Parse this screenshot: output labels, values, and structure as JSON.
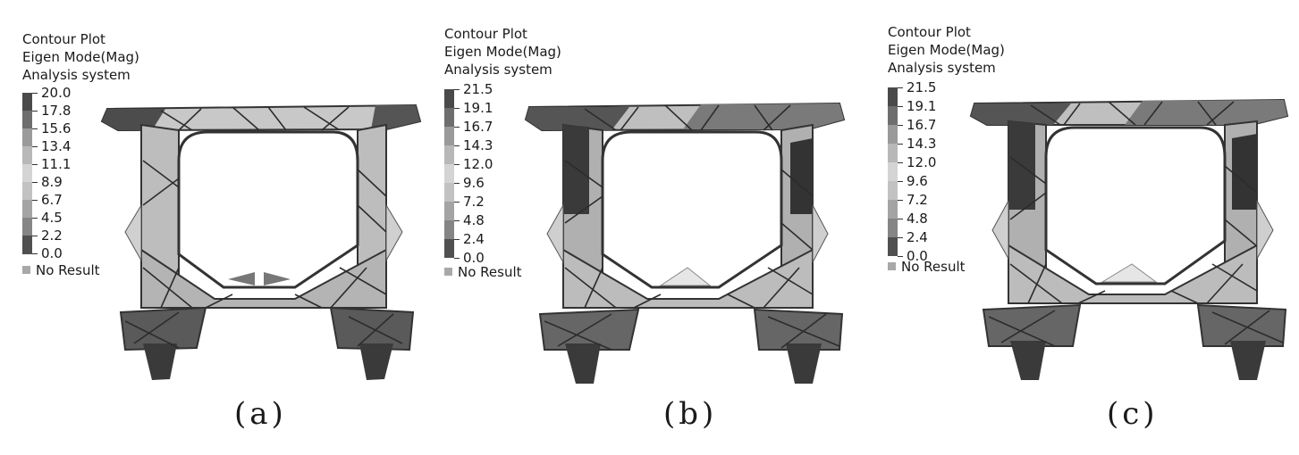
{
  "panels": [
    {
      "title_lines": [
        "Contour Plot",
        "Eigen Mode(Mag)",
        "Analysis system"
      ],
      "scale_values": [
        "20.0",
        "17.8",
        "15.6",
        "13.4",
        "11.1",
        "8.9",
        "6.7",
        "4.5",
        "2.2",
        "0.0"
      ],
      "no_result_label": "No Result",
      "caption": "(a)"
    },
    {
      "title_lines": [
        "Contour Plot",
        "Eigen Mode(Mag)",
        "Analysis system"
      ],
      "scale_values": [
        "21.5",
        "19.1",
        "16.7",
        "14.3",
        "12.0",
        "9.6",
        "7.2",
        "4.8",
        "2.4",
        "0.0"
      ],
      "no_result_label": "No Result",
      "caption": "(b)"
    },
    {
      "title_lines": [
        "Contour Plot",
        "Eigen Mode(Mag)",
        "Analysis system"
      ],
      "scale_values": [
        "21.5",
        "19.1",
        "16.7",
        "14.3",
        "12.0",
        "9.6",
        "7.2",
        "4.8",
        "2.4",
        "0.0"
      ],
      "no_result_label": "No Result",
      "caption": "(c)"
    }
  ],
  "colors": {
    "scale_top_to_bottom": [
      "#4a4a4a",
      "#6e6e6e",
      "#9a9a9a",
      "#b8b8b8",
      "#d4d4d4",
      "#c2c2c2",
      "#a4a4a4",
      "#858585",
      "#505050"
    ],
    "no_result": "#a8a8a8"
  }
}
